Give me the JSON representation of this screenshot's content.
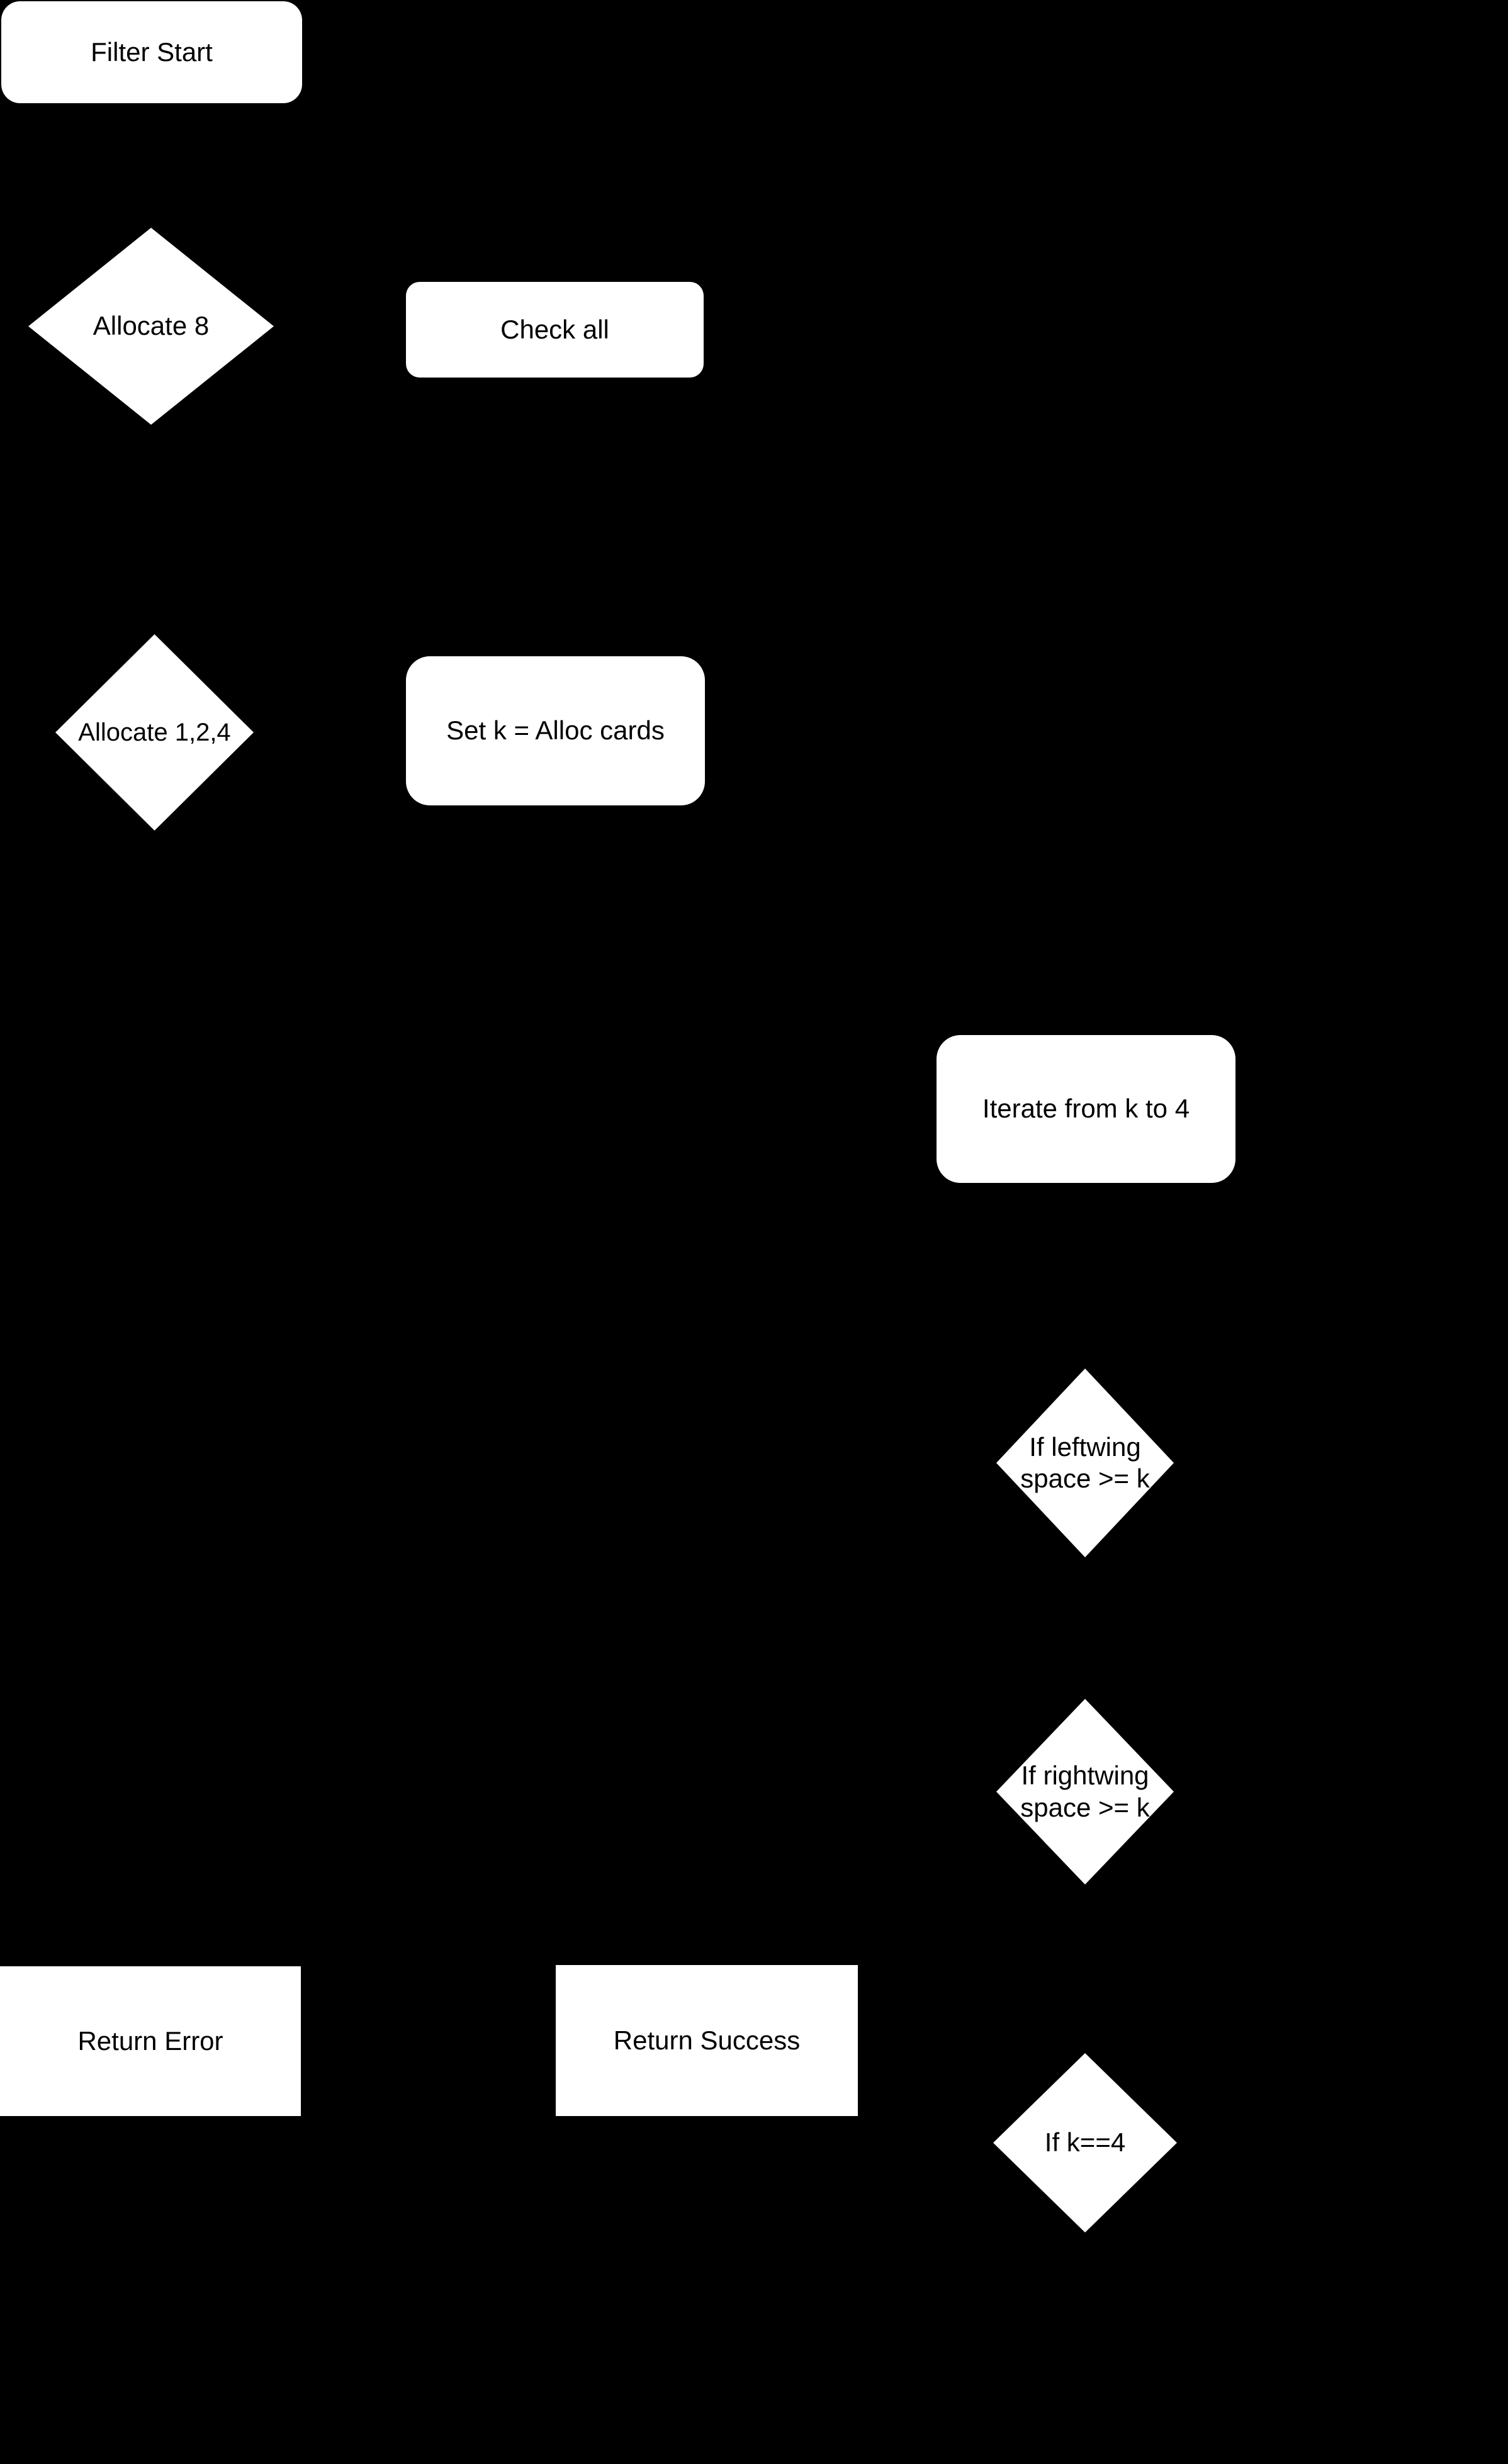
{
  "diagram": {
    "colors": {
      "background": "#000000",
      "node_fill": "#ffffff",
      "node_text": "#000000"
    },
    "nodes": {
      "filter_start": {
        "label": "Filter Start",
        "shape": "rounded-rectangle"
      },
      "allocate_8": {
        "label": "Allocate 8",
        "shape": "diamond"
      },
      "check_all": {
        "label": "Check all",
        "shape": "rounded-rectangle"
      },
      "allocate_1_2_4": {
        "label": "Allocate 1,2,4",
        "shape": "diamond"
      },
      "set_k_alloc_cards": {
        "label": "Set k = Alloc cards",
        "shape": "rounded-rectangle"
      },
      "iterate_k_to_4": {
        "label": "Iterate from k to 4",
        "shape": "rounded-rectangle"
      },
      "if_leftwing_space": {
        "label": "If leftwing space >= k",
        "shape": "diamond"
      },
      "if_rightwing_space": {
        "label": "If rightwing space >= k",
        "shape": "diamond"
      },
      "return_error": {
        "label": "Return Error",
        "shape": "rectangle"
      },
      "return_success": {
        "label": "Return Success",
        "shape": "rectangle"
      },
      "if_k_equals_4": {
        "label": "If k==4",
        "shape": "diamond"
      }
    }
  }
}
